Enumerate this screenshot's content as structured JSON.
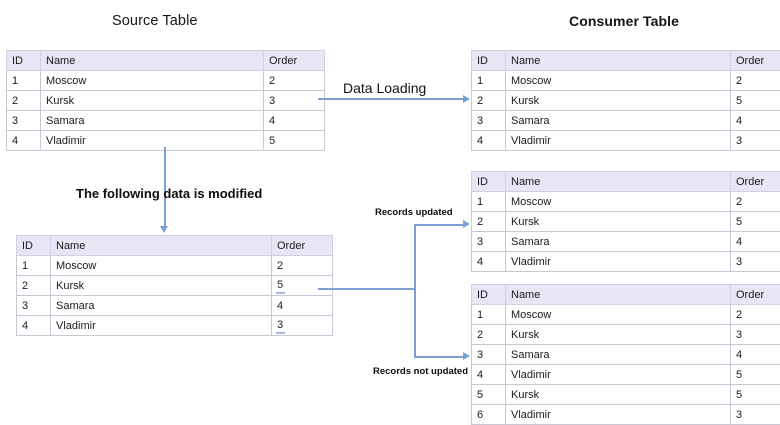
{
  "titles": {
    "source": "Source Table",
    "consumer": "Consumer Table"
  },
  "labels": {
    "data_loading": "Data Loading",
    "modified": "The following data is modified",
    "records_updated": "Records updated",
    "records_not_updated": "Records not updated"
  },
  "colors": {
    "connector": "#7d9fd3",
    "header_bg": "#e6e6f5",
    "border": "#c9c9d6",
    "change_underline": "#a8bde0"
  },
  "columns": {
    "id": "ID",
    "name": "Name",
    "order": "Order"
  },
  "tables": {
    "source": {
      "rows": [
        {
          "id": "1",
          "name": "Moscow",
          "order": "2"
        },
        {
          "id": "2",
          "name": "Kursk",
          "order": "3"
        },
        {
          "id": "3",
          "name": "Samara",
          "order": "4"
        },
        {
          "id": "4",
          "name": "Vladimir",
          "order": "5"
        }
      ]
    },
    "modified": {
      "rows": [
        {
          "id": "1",
          "name": "Moscow",
          "order": "2",
          "changed": false
        },
        {
          "id": "2",
          "name": "Kursk",
          "order": "5",
          "changed": true
        },
        {
          "id": "3",
          "name": "Samara",
          "order": "4",
          "changed": false
        },
        {
          "id": "4",
          "name": "Vladimir",
          "order": "3",
          "changed": true
        }
      ]
    },
    "consumer_1": {
      "rows": [
        {
          "id": "1",
          "name": "Moscow",
          "order": "2"
        },
        {
          "id": "2",
          "name": "Kursk",
          "order": "5"
        },
        {
          "id": "3",
          "name": "Samara",
          "order": "4"
        },
        {
          "id": "4",
          "name": "Vladimir",
          "order": "3"
        }
      ]
    },
    "consumer_2": {
      "rows": [
        {
          "id": "1",
          "name": "Moscow",
          "order": "2"
        },
        {
          "id": "2",
          "name": "Kursk",
          "order": "5"
        },
        {
          "id": "3",
          "name": "Samara",
          "order": "4"
        },
        {
          "id": "4",
          "name": "Vladimir",
          "order": "3"
        }
      ]
    },
    "consumer_3": {
      "rows": [
        {
          "id": "1",
          "name": "Moscow",
          "order": "2"
        },
        {
          "id": "2",
          "name": "Kursk",
          "order": "3"
        },
        {
          "id": "3",
          "name": "Samara",
          "order": "4"
        },
        {
          "id": "4",
          "name": "Vladimir",
          "order": "5"
        },
        {
          "id": "5",
          "name": "Kursk",
          "order": "5"
        },
        {
          "id": "6",
          "name": "Vladimir",
          "order": "3"
        }
      ]
    }
  }
}
